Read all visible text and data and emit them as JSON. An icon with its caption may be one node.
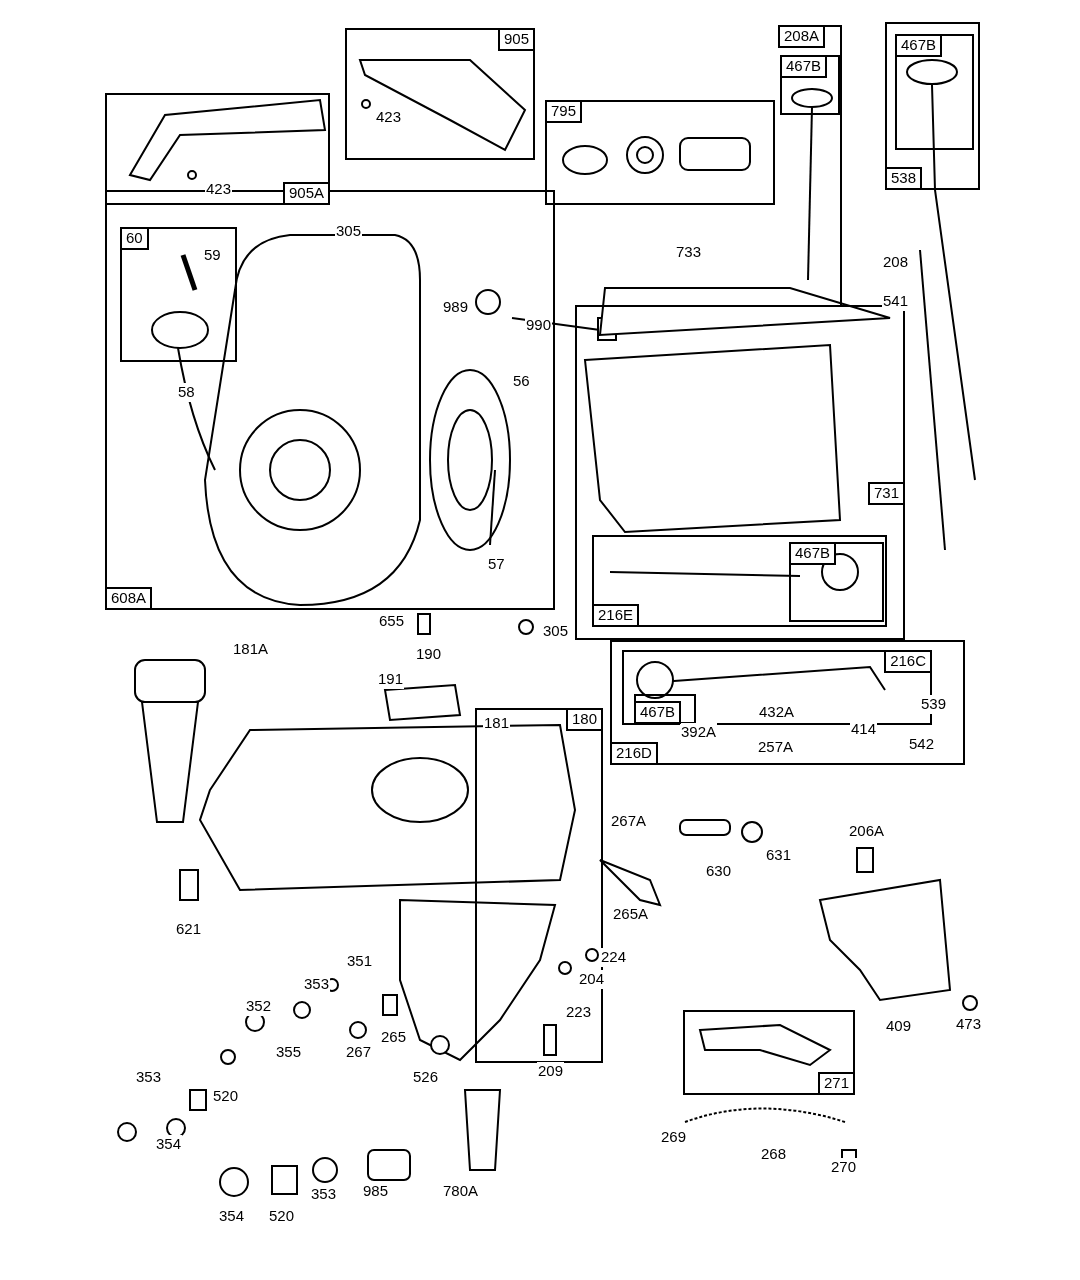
{
  "diagram": {
    "nodes": [
      {
        "text": [
          "905A"
        ]
      },
      {
        "text": [
          "905"
        ]
      },
      {
        "text": [
          "795"
        ]
      },
      {
        "text": [
          "208A"
        ]
      },
      {
        "text": [
          "467B"
        ],
        "in": 3
      },
      {
        "text": [
          "538"
        ]
      },
      {
        "text": [
          "467B"
        ],
        "in": 5
      },
      {
        "text": [
          "608A"
        ]
      },
      {
        "text": [
          "60"
        ],
        "in": 7
      },
      {
        "text": [
          "731"
        ]
      },
      {
        "text": [
          "216E"
        ],
        "in": 9
      },
      {
        "text": [
          "467B"
        ],
        "in": 10
      },
      {
        "text": [
          "216D"
        ]
      },
      {
        "text": [
          "216C"
        ],
        "in": 12
      },
      {
        "text": [
          "467B"
        ],
        "in": 13
      },
      {
        "text": [
          "180"
        ]
      },
      {
        "text": [
          "271"
        ]
      }
    ],
    "labels": [
      "423",
      "423",
      "733",
      "305",
      "59",
      "58",
      "56",
      "57",
      "989",
      "990",
      "208",
      "541",
      "655",
      "305",
      "181A",
      "190",
      "191",
      "432A",
      "539",
      "392A",
      "414",
      "257A",
      "542",
      "267A",
      "631",
      "630",
      "206A",
      "621",
      "265A",
      "351",
      "224",
      "204",
      "353",
      "223",
      "352",
      "265",
      "355",
      "267",
      "526",
      "209",
      "353",
      "520",
      "354",
      "780A",
      "409",
      "473",
      "269",
      "268",
      "270",
      "354",
      "520",
      "353",
      "985",
      "181"
    ]
  }
}
